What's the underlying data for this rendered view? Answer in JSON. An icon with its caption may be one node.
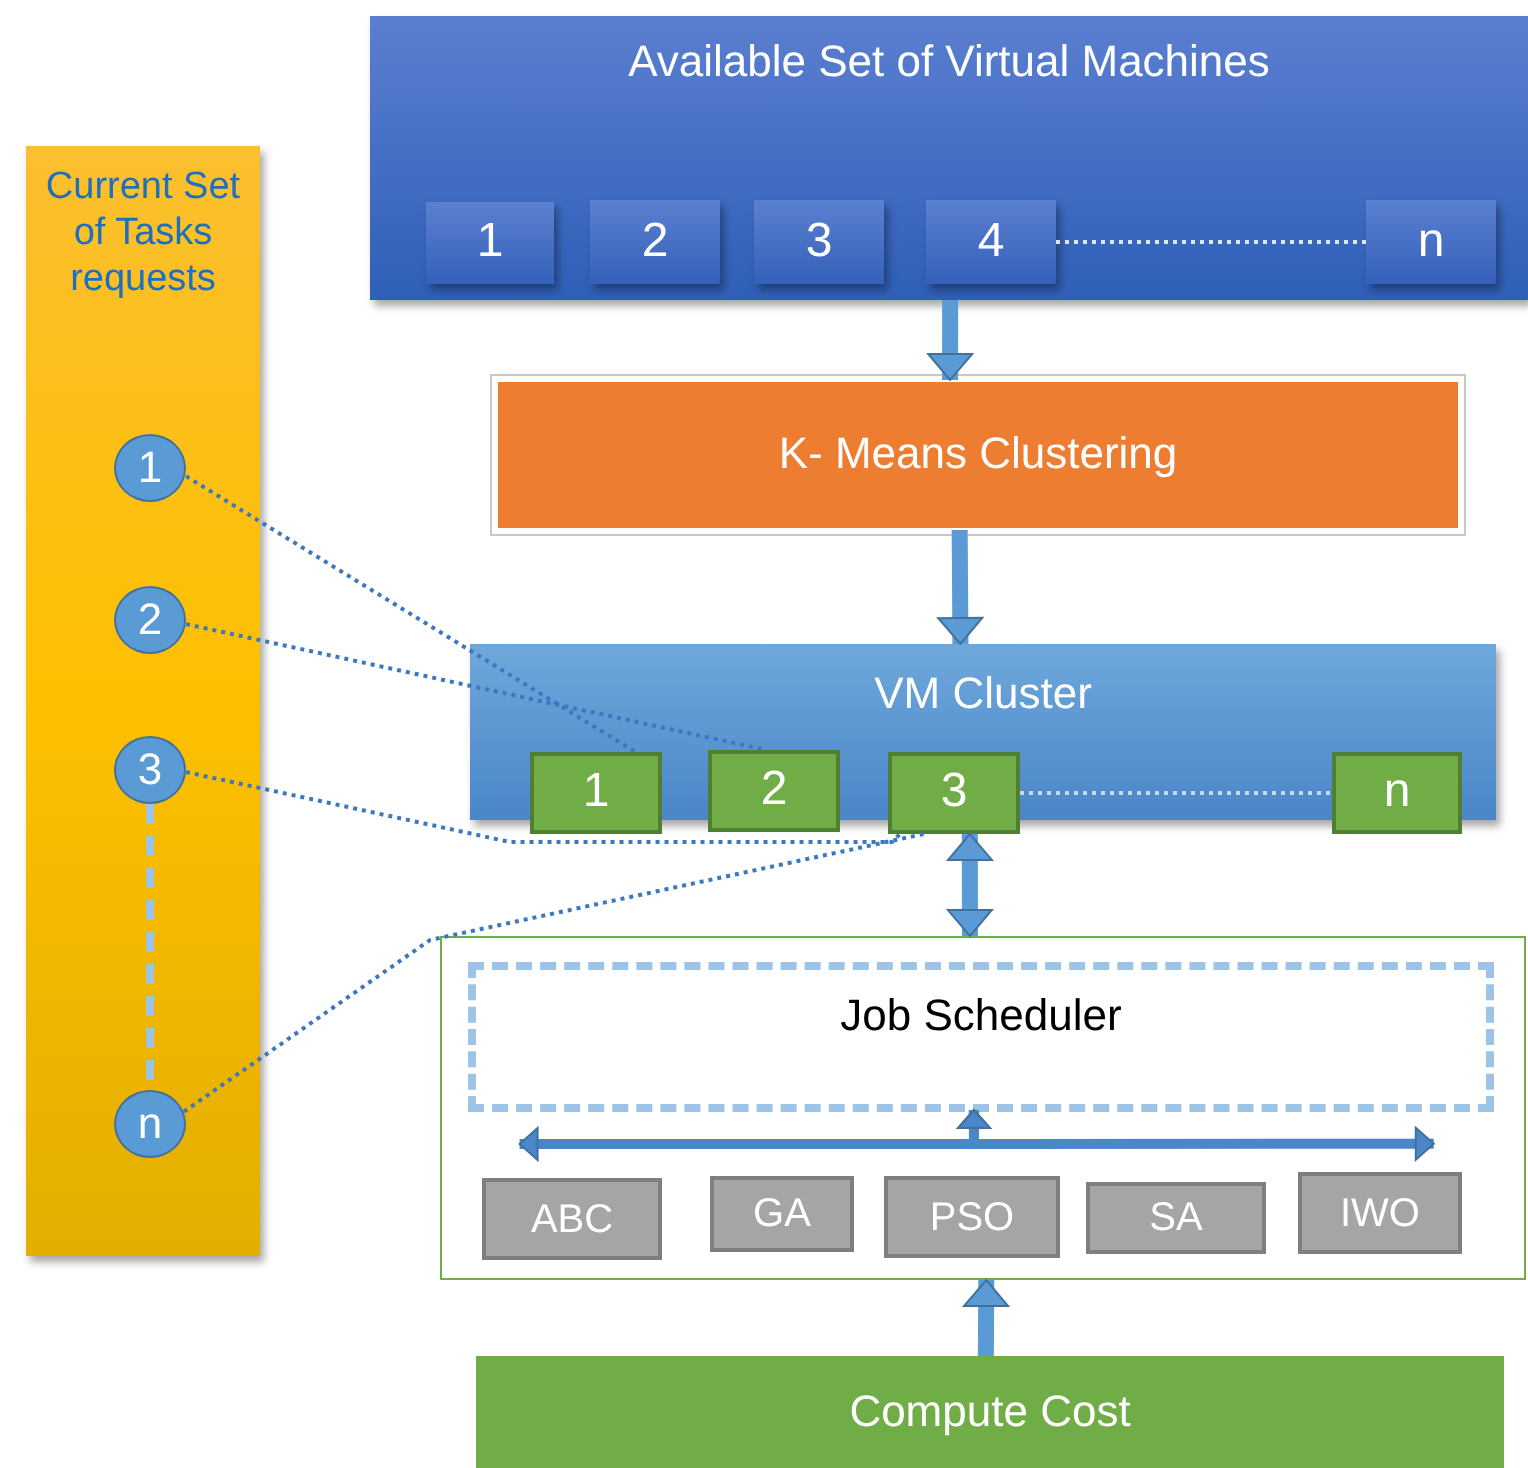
{
  "diagram": {
    "nodes": [
      {
        "text": [
          "Available Set of Virtual Machines"
        ]
      },
      {
        "text": [
          "1"
        ],
        "in": 0
      },
      {
        "text": [
          "2"
        ],
        "in": 0
      },
      {
        "text": [
          "3"
        ],
        "in": 0
      },
      {
        "text": [
          "4"
        ],
        "in": 0
      },
      {
        "text": [
          "n"
        ],
        "in": 0
      },
      {
        "text": [
          "Current Set of Tasks requests"
        ]
      },
      {
        "text": [
          "1"
        ],
        "in": 6
      },
      {
        "text": [
          "2"
        ],
        "in": 6
      },
      {
        "text": [
          "3"
        ],
        "in": 6
      },
      {
        "text": [
          "n"
        ],
        "in": 6
      },
      {
        "text": [
          "K- Means Clustering"
        ]
      },
      {
        "text": [
          "VM Cluster"
        ]
      },
      {
        "text": [
          "1"
        ],
        "in": 12
      },
      {
        "text": [
          "2"
        ],
        "in": 12
      },
      {
        "text": [
          "3"
        ],
        "in": 12
      },
      {
        "text": [
          "n"
        ],
        "in": 12
      },
      {
        "text": [],
        "shape": "box"
      },
      {
        "text": [
          "Job Scheduler"
        ],
        "in": 17
      },
      {
        "text": [
          "ABC"
        ],
        "in": 17
      },
      {
        "text": [
          "GA"
        ],
        "in": 17
      },
      {
        "text": [
          "PSO"
        ],
        "in": 17
      },
      {
        "text": [
          "SA"
        ],
        "in": 17
      },
      {
        "text": [
          "IWO"
        ],
        "in": 17
      },
      {
        "text": [
          "Compute Cost"
        ]
      }
    ],
    "edges": [
      {
        "from": 0,
        "to": 11,
        "arrow": "to",
        "style": "thick"
      },
      {
        "from": 11,
        "to": 12,
        "arrow": "to",
        "style": "thick"
      },
      {
        "from": 15,
        "to": 17,
        "arrow": "both",
        "style": "thick"
      },
      {
        "from": 24,
        "to": 17,
        "arrow": "to",
        "style": "thick"
      },
      {
        "from": 19,
        "to": 18,
        "arrow": "both"
      },
      {
        "from": 23,
        "to": 18,
        "arrow": "both"
      },
      {
        "from": 7,
        "to": 13,
        "arrow": "none",
        "style": "dashed",
        "color": "#3c78c0"
      },
      {
        "from": 8,
        "to": 14,
        "arrow": "none",
        "style": "dashed",
        "color": "#3c78c0"
      },
      {
        "from": 9,
        "to": 15,
        "arrow": "none",
        "style": "dashed",
        "color": "#3c78c0"
      },
      {
        "from": 10,
        "to": 15,
        "arrow": "none",
        "style": "dashed",
        "color": "#3c78c0"
      },
      {
        "from": 4,
        "to": 5,
        "arrow": "none",
        "style": "dashed",
        "color": "#dce6f5"
      },
      {
        "from": 15,
        "to": 16,
        "arrow": "none",
        "style": "dashed",
        "color": "#c9daf0"
      },
      {
        "from": 9,
        "to": 10,
        "arrow": "none",
        "style": "dashed",
        "color": "#9dc3e6"
      }
    ]
  }
}
